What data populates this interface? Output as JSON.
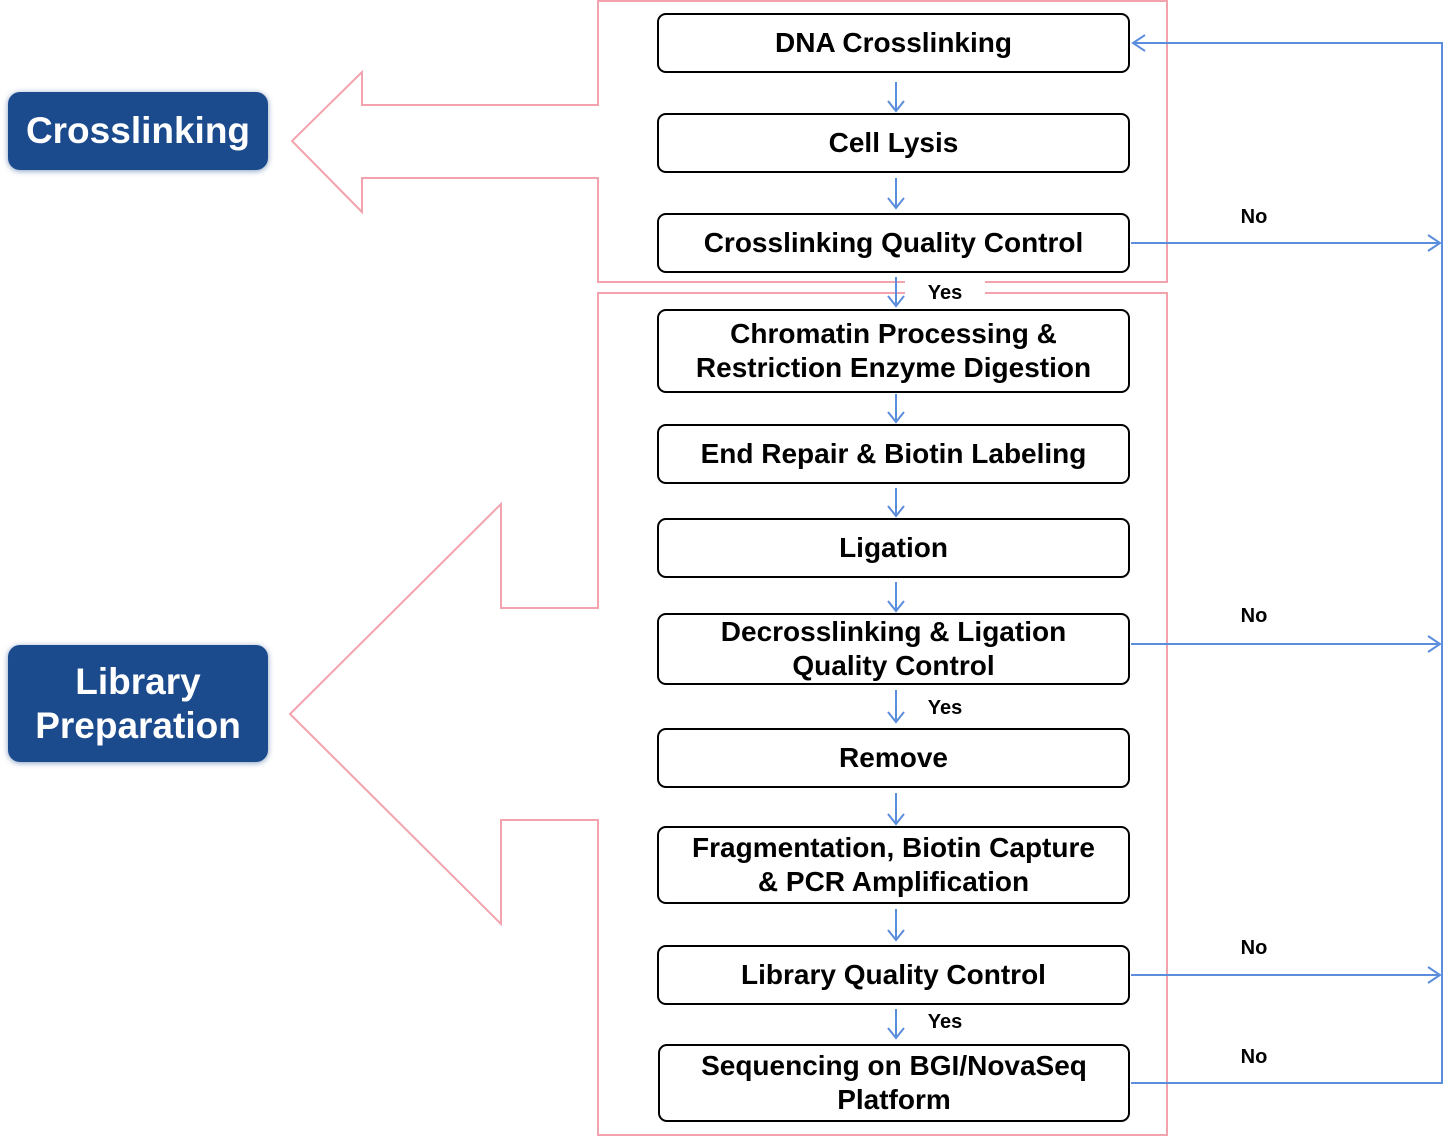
{
  "colors": {
    "stage_label_background": "#1b4a8d",
    "stage_label_text": "#ffffff",
    "group_outline": "#f2a3ad",
    "connector": "#5a8ddc",
    "step_border": "#000000"
  },
  "stages": {
    "crosslinking": {
      "lines": [
        "Crosslinking"
      ]
    },
    "library_preparation": {
      "lines": [
        "Library",
        "Preparation"
      ]
    }
  },
  "steps": [
    {
      "lines": [
        "DNA Crosslinking"
      ]
    },
    {
      "lines": [
        "Cell Lysis"
      ]
    },
    {
      "lines": [
        "Crosslinking Quality Control"
      ]
    },
    {
      "lines": [
        "Chromatin Processing &",
        "Restriction Enzyme Digestion"
      ]
    },
    {
      "lines": [
        "End Repair & Biotin Labeling"
      ]
    },
    {
      "lines": [
        "Ligation"
      ]
    },
    {
      "lines": [
        "Decrosslinking & Ligation",
        "Quality Control"
      ]
    },
    {
      "lines": [
        "Remove"
      ]
    },
    {
      "lines": [
        "Fragmentation, Biotin Capture",
        "& PCR Amplification"
      ]
    },
    {
      "lines": [
        "Library Quality Control"
      ]
    },
    {
      "lines": [
        "Sequencing on BGI/NovaSeq",
        "Platform"
      ]
    }
  ],
  "branch_labels": {
    "crosslinking_qc_pass": "Yes",
    "crosslinking_qc_fail": "No",
    "ligation_qc_pass": "Yes",
    "ligation_qc_fail": "No",
    "library_qc_pass": "Yes",
    "library_qc_fail": "No",
    "sequencing_fail": "No"
  }
}
